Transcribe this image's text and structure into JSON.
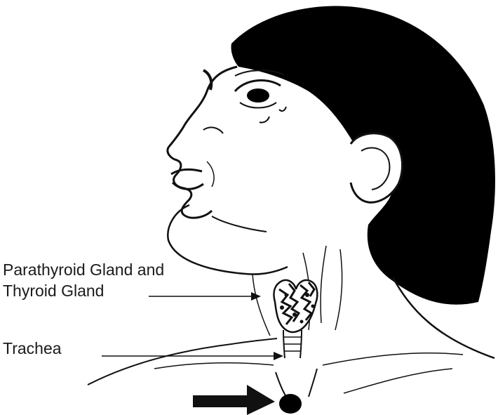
{
  "labels": {
    "parathyroid_line1": "Parathyroid Gland and",
    "parathyroid_line2": "Thyroid Gland",
    "trachea": "Trachea"
  },
  "colors": {
    "ink": "#111111",
    "hair": "#000000",
    "background": "#ffffff"
  }
}
